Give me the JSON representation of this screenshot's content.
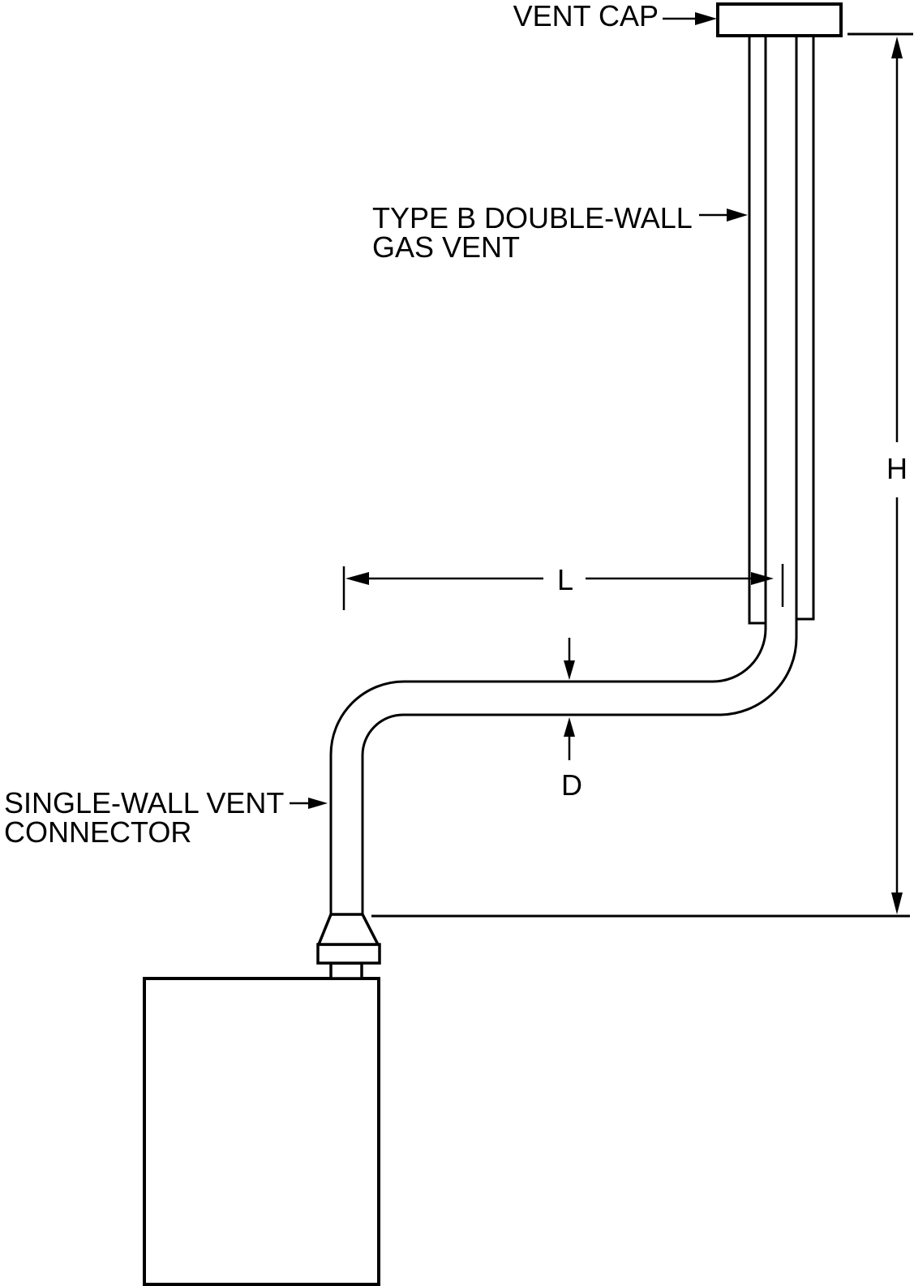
{
  "figure": {
    "description": "Gas vent installation line diagram",
    "background_color": "#ffffff",
    "line_color": "#000000",
    "labels": {
      "vent_cap": "VENT CAP",
      "type_b_line1": "TYPE B DOUBLE-WALL",
      "type_b_line2": "GAS VENT",
      "single_wall_line1": "SINGLE-WALL VENT",
      "single_wall_line2": "CONNECTOR",
      "dim_h": "H",
      "dim_l": "L",
      "dim_d": "D"
    }
  }
}
